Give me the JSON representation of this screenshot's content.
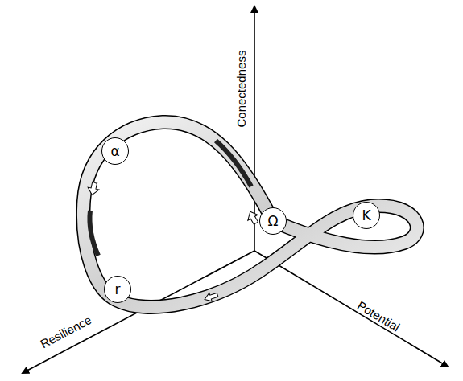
{
  "diagram": {
    "nodes": [
      {
        "text": [
          "α"
        ]
      },
      {
        "text": [
          "r"
        ]
      },
      {
        "text": [
          "Ω"
        ]
      },
      {
        "text": [
          "K"
        ]
      }
    ],
    "labels": [
      "Conectedness",
      "Resilience",
      "Potential"
    ]
  }
}
